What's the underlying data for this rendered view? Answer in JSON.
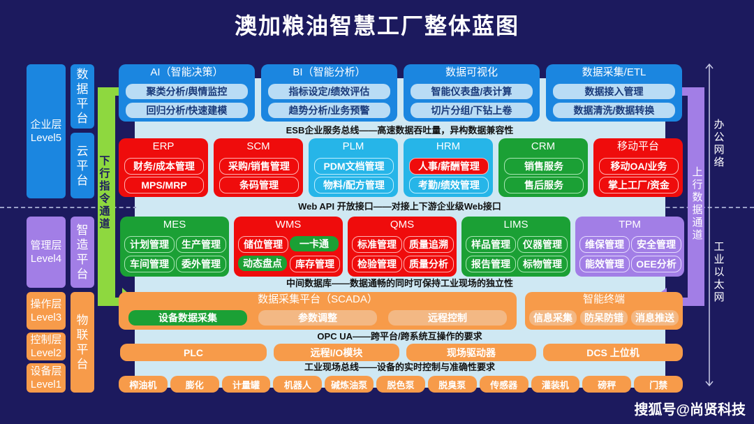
{
  "title": "澳加粮油智慧工厂整体蓝图",
  "watermark": "搜狐号@尚贤科技",
  "levels": {
    "enterprise": "企业层\nLevel5",
    "management": "管理层\nLevel4",
    "operation": "操作层\nLevel3",
    "control": "控制层\nLevel2",
    "device": "设备层\nLevel1"
  },
  "platforms": {
    "data": "数\n据\n平\n台",
    "cloud": "云\n平\n台",
    "manufacturing": "智\n造\n平\n台",
    "iot": "物\n联\n平\n台"
  },
  "arrows": {
    "down": "下\n行\n指\n令\n通\n道",
    "up": "上\n行\n数\n据\n通\n道"
  },
  "networks": {
    "office": "办\n公\n网\n络",
    "ethernet": "工\n业\n以\n太\n网"
  },
  "data_platform": [
    {
      "title": "AI（智能决策）",
      "items": [
        "聚类分析/舆情监控",
        "回归分析/快速建模"
      ]
    },
    {
      "title": "BI（智能分析）",
      "items": [
        "指标设定/绩效评估",
        "趋势分析/业务预警"
      ]
    },
    {
      "title": "数据可视化",
      "items": [
        "智能仪表盘/表计算",
        "切片分组/下钻上卷"
      ]
    },
    {
      "title": "数据采集/ETL",
      "items": [
        "数据接入管理",
        "数据清洗/数据转换"
      ]
    }
  ],
  "bus": {
    "esb": "ESB企业服务总线——高速数据吞吐量，异构数据兼容性",
    "webapi": "Web API 开放接口——对接上下游企业级Web接口",
    "middb": "中间数据库——数据通畅的同时可保持工业现场的独立性",
    "opcua": "OPC UA——跨平台/跨系统互操作的要求",
    "fieldbus": "工业现场总线——设备的实时控制与准确性要求"
  },
  "cloud_platform": [
    {
      "title": "ERP",
      "items": [
        "财务/成本管理",
        "MPS/MRP"
      ]
    },
    {
      "title": "SCM",
      "items": [
        "采购/销售管理",
        "条码管理"
      ]
    },
    {
      "title": "PLM",
      "items": [
        "PDM文档管理",
        "物料/配方管理"
      ]
    },
    {
      "title": "HRM",
      "items": [
        "人事/薪酬管理",
        "考勤/绩效管理"
      ]
    },
    {
      "title": "CRM",
      "items": [
        "销售服务",
        "售后服务"
      ]
    },
    {
      "title": "移动平台",
      "items": [
        "移动OA/业务",
        "掌上工厂/资金"
      ]
    }
  ],
  "mfg_platform": [
    {
      "title": "MES",
      "items": [
        "计划管理",
        "生产管理",
        "车间管理",
        "委外管理"
      ]
    },
    {
      "title": "WMS",
      "items": [
        "储位管理",
        "一卡通",
        "动态盘点",
        "库存管理"
      ]
    },
    {
      "title": "QMS",
      "items": [
        "标准管理",
        "质量追溯",
        "检验管理",
        "质量分析"
      ]
    },
    {
      "title": "LIMS",
      "items": [
        "样品管理",
        "仪器管理",
        "报告管理",
        "标物管理"
      ]
    },
    {
      "title": "TPM",
      "items": [
        "维保管理",
        "安全管理",
        "能效管理",
        "OEE分析"
      ]
    }
  ],
  "scada": {
    "title": "数据采集平台（SCADA）",
    "items": [
      "设备数据采集",
      "参数调整",
      "远程控制"
    ]
  },
  "terminal": {
    "title": "智能终端",
    "items": [
      "信息采集",
      "防呆防错",
      "消息推送"
    ]
  },
  "control": [
    "PLC",
    "远程I/O模块",
    "现场驱动器",
    "DCS 上位机"
  ],
  "devices": [
    "榨油机",
    "膨化",
    "计量罐",
    "机器人",
    "碱炼油泵",
    "脱色泵",
    "脱臭泵",
    "传感器",
    "灌装机",
    "磅秤",
    "门禁"
  ],
  "colors": {
    "background": "#1c1a5e",
    "blue": "#1b86e0",
    "red": "#ef0c0c",
    "cyan": "#26b5e8",
    "green": "#1ba035",
    "purple": "#a27ee6",
    "orange": "#f79b4a",
    "arrow_green": "#8ed83f",
    "arrow_purple": "#a27ee6"
  }
}
